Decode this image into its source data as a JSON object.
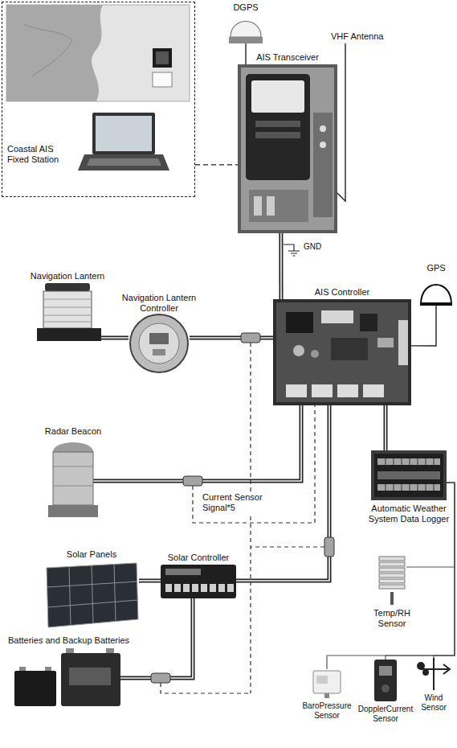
{
  "diagram": {
    "nodes": [
      {
        "text": [
          "Coastal AIS Fixed Station"
        ]
      },
      {
        "text": [
          "DGPS"
        ]
      },
      {
        "text": [
          "VHF Antenna"
        ]
      },
      {
        "text": [
          "AIS Transceiver"
        ]
      },
      {
        "text": [
          "GPS"
        ]
      },
      {
        "text": [
          "AIS Controller"
        ]
      },
      {
        "text": [
          "Navigation Lantern"
        ]
      },
      {
        "text": [
          "Navigation Lantern Controller"
        ]
      },
      {
        "text": [
          "Radar Beacon"
        ]
      },
      {
        "text": [
          "Automatic Weather System Data Logger"
        ]
      },
      {
        "text": [
          "Solar Panels"
        ]
      },
      {
        "text": [
          "Solar Controller"
        ]
      },
      {
        "text": [
          "Temp/RH Sensor"
        ]
      },
      {
        "text": [
          "Batteries and Backup Batteries"
        ]
      },
      {
        "text": [
          "BaroPressure Sensor"
        ]
      },
      {
        "text": [
          "DopplerCurrent Sensor"
        ]
      },
      {
        "text": [
          "Wind Sensor"
        ]
      }
    ],
    "edges": [
      {
        "from": 0,
        "to": 3,
        "arrow": "none"
      },
      {
        "from": 1,
        "to": 3,
        "arrow": "none"
      },
      {
        "from": 2,
        "to": 3,
        "arrow": "none"
      },
      {
        "from": 3,
        "to": 5,
        "arrow": "none"
      },
      {
        "from": 4,
        "to": 5,
        "arrow": "none"
      },
      {
        "from": 6,
        "to": 7,
        "arrow": "none"
      },
      {
        "from": 7,
        "to": 5,
        "arrow": "none"
      },
      {
        "from": 8,
        "to": 5,
        "arrow": "none"
      },
      {
        "from": 5,
        "to": 9,
        "arrow": "none"
      },
      {
        "from": 10,
        "to": 11,
        "arrow": "none"
      },
      {
        "from": 11,
        "to": 5,
        "arrow": "none"
      },
      {
        "from": 11,
        "to": 13,
        "arrow": "none"
      },
      {
        "from": 9,
        "to": 12,
        "arrow": "none"
      },
      {
        "from": 9,
        "to": 14,
        "arrow": "none"
      },
      {
        "from": 9,
        "to": 15,
        "arrow": "none"
      },
      {
        "from": 9,
        "to": 16,
        "arrow": "none"
      }
    ],
    "labels": [
      "GND",
      "Current Sensor Signal*5"
    ]
  }
}
